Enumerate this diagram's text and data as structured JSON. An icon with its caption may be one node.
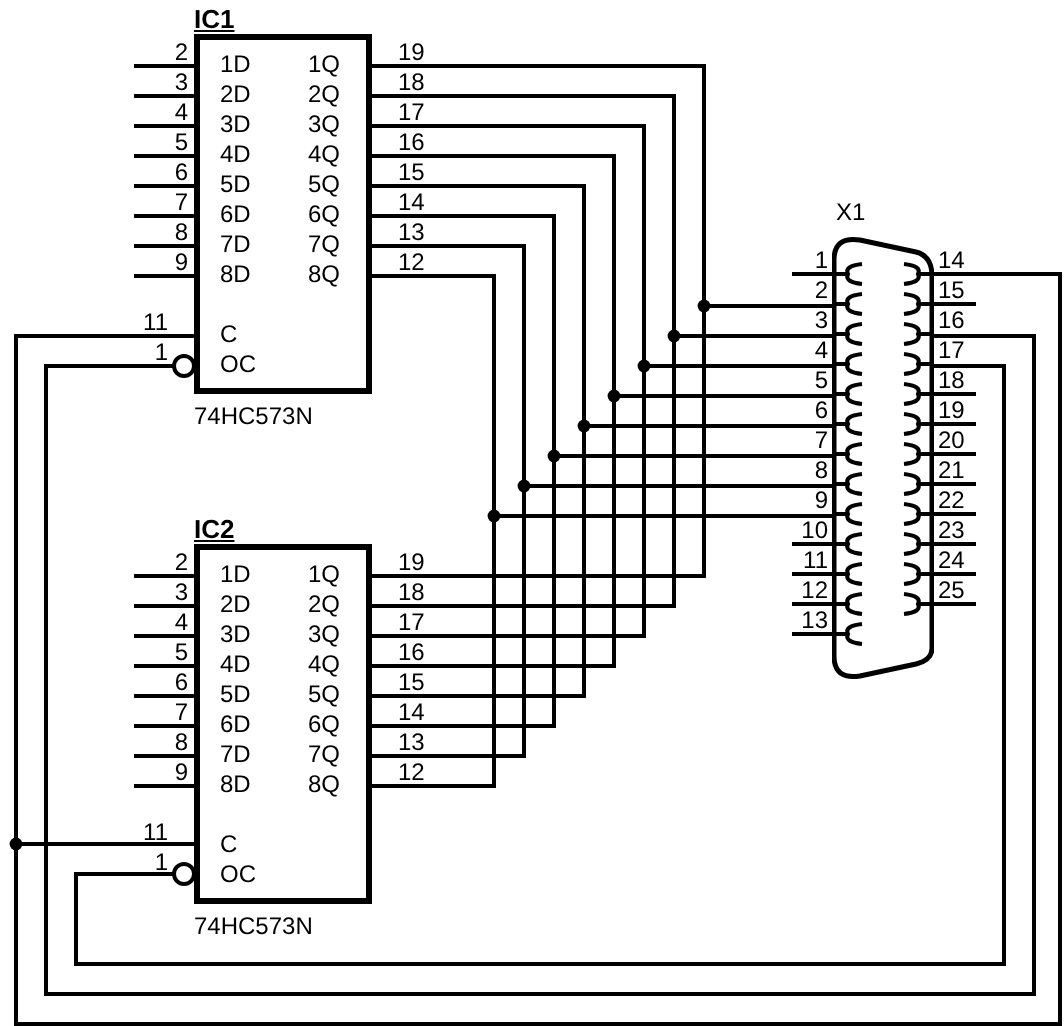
{
  "diagram": {
    "nodes": [
      {
        "text": [
          "IC1"
        ],
        "beside": [
          "74HC573N"
        ]
      },
      {
        "text": [
          "X1"
        ]
      },
      {
        "text": [
          "IC2"
        ],
        "beside": [
          "74HC573N"
        ]
      }
    ],
    "edges": [
      {
        "from": 0,
        "to": 1,
        "arrow": "none"
      },
      {
        "from": 2,
        "to": 1,
        "arrow": "none"
      },
      {
        "from": 0,
        "to": 1,
        "arrow": "none"
      },
      {
        "from": 2,
        "to": 1,
        "arrow": "none"
      },
      {
        "from": 0,
        "to": 1,
        "arrow": "none"
      },
      {
        "from": 2,
        "to": 1,
        "arrow": "none"
      },
      {
        "from": 0,
        "to": 1,
        "arrow": "none"
      },
      {
        "from": 2,
        "to": 1,
        "arrow": "none"
      },
      {
        "from": 0,
        "to": 1,
        "arrow": "none"
      },
      {
        "from": 2,
        "to": 1,
        "arrow": "none"
      },
      {
        "from": 0,
        "to": 1,
        "arrow": "none"
      },
      {
        "from": 2,
        "to": 1,
        "arrow": "none"
      },
      {
        "from": 0,
        "to": 1,
        "arrow": "none"
      },
      {
        "from": 2,
        "to": 1,
        "arrow": "none"
      },
      {
        "from": 0,
        "to": 1,
        "arrow": "none"
      },
      {
        "from": 2,
        "to": 1,
        "arrow": "none"
      },
      {
        "from": 0,
        "to": 1,
        "arrow": "none"
      },
      {
        "from": 2,
        "to": 1,
        "arrow": "none"
      },
      {
        "from": 0,
        "to": 1,
        "arrow": "other"
      },
      {
        "from": 2,
        "to": 1,
        "arrow": "other"
      }
    ],
    "labels": [
      "2",
      "1D",
      "1Q",
      "19",
      "3",
      "2D",
      "2Q",
      "18",
      "4",
      "3D",
      "3Q",
      "17",
      "5",
      "4D",
      "4Q",
      "16",
      "6",
      "5D",
      "5Q",
      "15",
      "7",
      "6D",
      "6Q",
      "14",
      "8",
      "7D",
      "7Q",
      "13",
      "9",
      "8D",
      "8Q",
      "12",
      "11",
      "C",
      "1",
      "OC",
      "1",
      "14",
      "2",
      "15",
      "3",
      "16",
      "4",
      "17",
      "5",
      "18",
      "6",
      "19",
      "7",
      "20",
      "8",
      "21",
      "9",
      "22",
      "10",
      "23",
      "11",
      "24",
      "12",
      "25",
      "13",
      "2",
      "1D",
      "1Q",
      "19",
      "3",
      "2D",
      "2Q",
      "18",
      "4",
      "3D",
      "3Q",
      "17",
      "5",
      "4D",
      "4Q",
      "16",
      "6",
      "5D",
      "5Q",
      "15",
      "7",
      "6D",
      "6Q",
      "14",
      "8",
      "7D",
      "7Q",
      "13",
      "9",
      "8D",
      "8Q",
      "12",
      "11",
      "C",
      "1",
      "OC"
    ]
  }
}
